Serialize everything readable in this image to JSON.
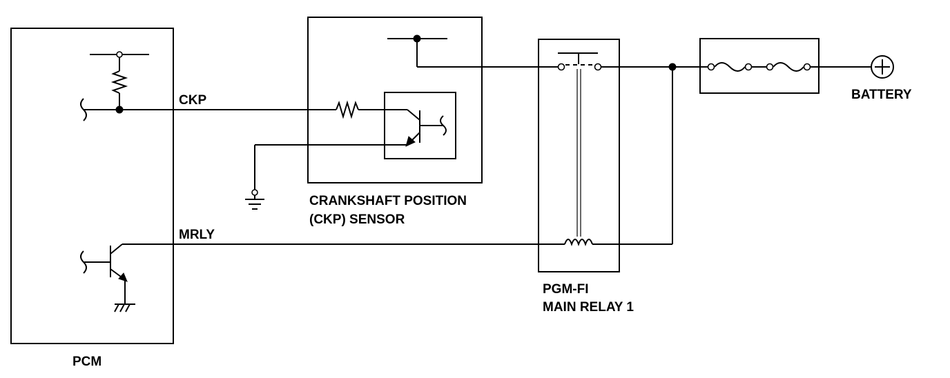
{
  "labels": {
    "pcm": "PCM",
    "ckp_wire": "CKP",
    "mrly_wire": "MRLY",
    "ckp_sensor_line1": "CRANKSHAFT POSITION",
    "ckp_sensor_line2": "(CKP) SENSOR",
    "relay_line1": "PGM-FI",
    "relay_line2": "MAIN RELAY 1",
    "battery": "BATTERY"
  }
}
